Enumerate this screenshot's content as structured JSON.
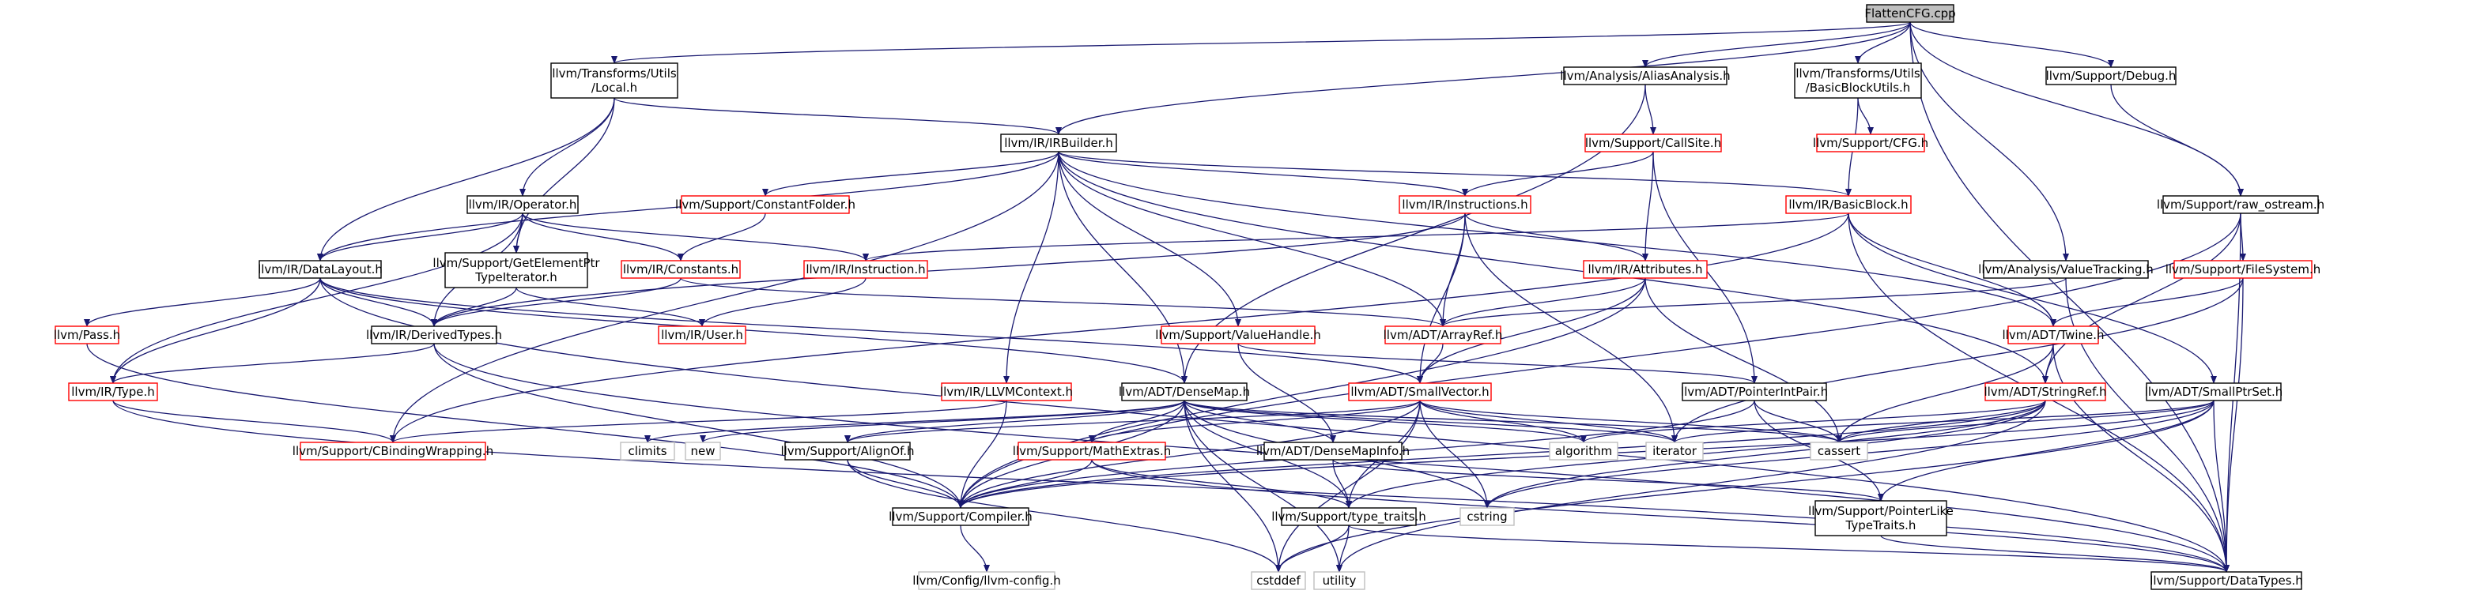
{
  "graph": {
    "nodes": [
      {
        "id": "FlattenCFG",
        "lines": [
          "FlattenCFG.cpp"
        ],
        "kind": "root"
      },
      {
        "id": "TUL",
        "lines": [
          "llvm/Transforms/Utils",
          "/Local.h"
        ],
        "kind": "doc"
      },
      {
        "id": "AA",
        "lines": [
          "llvm/Analysis/AliasAnalysis.h"
        ],
        "kind": "doc"
      },
      {
        "id": "BBU",
        "lines": [
          "llvm/Transforms/Utils",
          "/BasicBlockUtils.h"
        ],
        "kind": "doc"
      },
      {
        "id": "Debug",
        "lines": [
          "llvm/Support/Debug.h"
        ],
        "kind": "doc"
      },
      {
        "id": "IRB",
        "lines": [
          "llvm/IR/IRBuilder.h"
        ],
        "kind": "doc"
      },
      {
        "id": "CallSite",
        "lines": [
          "llvm/Support/CallSite.h"
        ],
        "kind": "undoc"
      },
      {
        "id": "CFG",
        "lines": [
          "llvm/Support/CFG.h"
        ],
        "kind": "undoc"
      },
      {
        "id": "Operator",
        "lines": [
          "llvm/IR/Operator.h"
        ],
        "kind": "doc"
      },
      {
        "id": "ConstFolder",
        "lines": [
          "llvm/Support/ConstantFolder.h"
        ],
        "kind": "undoc"
      },
      {
        "id": "Instructions",
        "lines": [
          "llvm/IR/Instructions.h"
        ],
        "kind": "undoc"
      },
      {
        "id": "BasicBlock",
        "lines": [
          "llvm/IR/BasicBlock.h"
        ],
        "kind": "undoc"
      },
      {
        "id": "RawOstream",
        "lines": [
          "llvm/Support/raw_ostream.h"
        ],
        "kind": "doc"
      },
      {
        "id": "DataLayout",
        "lines": [
          "llvm/IR/DataLayout.h"
        ],
        "kind": "doc"
      },
      {
        "id": "GEPTI",
        "lines": [
          "llvm/Support/GetElementPtr",
          "TypeIterator.h"
        ],
        "kind": "doc"
      },
      {
        "id": "Constants",
        "lines": [
          "llvm/IR/Constants.h"
        ],
        "kind": "undoc"
      },
      {
        "id": "Instruction",
        "lines": [
          "llvm/IR/Instruction.h"
        ],
        "kind": "undoc"
      },
      {
        "id": "Attributes",
        "lines": [
          "llvm/IR/Attributes.h"
        ],
        "kind": "undoc"
      },
      {
        "id": "ValueTracking",
        "lines": [
          "llvm/Analysis/ValueTracking.h"
        ],
        "kind": "doc"
      },
      {
        "id": "FileSystem",
        "lines": [
          "llvm/Support/FileSystem.h"
        ],
        "kind": "undoc"
      },
      {
        "id": "Pass",
        "lines": [
          "llvm/Pass.h"
        ],
        "kind": "undoc"
      },
      {
        "id": "DerivedTypes",
        "lines": [
          "llvm/IR/DerivedTypes.h"
        ],
        "kind": "doc"
      },
      {
        "id": "User",
        "lines": [
          "llvm/IR/User.h"
        ],
        "kind": "undoc"
      },
      {
        "id": "ValueHandle",
        "lines": [
          "llvm/Support/ValueHandle.h"
        ],
        "kind": "undoc"
      },
      {
        "id": "ArrayRef",
        "lines": [
          "llvm/ADT/ArrayRef.h"
        ],
        "kind": "undoc"
      },
      {
        "id": "Twine",
        "lines": [
          "llvm/ADT/Twine.h"
        ],
        "kind": "undoc"
      },
      {
        "id": "Type",
        "lines": [
          "llvm/IR/Type.h"
        ],
        "kind": "undoc"
      },
      {
        "id": "LLVMContext",
        "lines": [
          "llvm/IR/LLVMContext.h"
        ],
        "kind": "undoc"
      },
      {
        "id": "DenseMap",
        "lines": [
          "llvm/ADT/DenseMap.h"
        ],
        "kind": "doc"
      },
      {
        "id": "SmallVector",
        "lines": [
          "llvm/ADT/SmallVector.h"
        ],
        "kind": "undoc"
      },
      {
        "id": "PointerIntPair",
        "lines": [
          "llvm/ADT/PointerIntPair.h"
        ],
        "kind": "doc"
      },
      {
        "id": "StringRef",
        "lines": [
          "llvm/ADT/StringRef.h"
        ],
        "kind": "undoc"
      },
      {
        "id": "SmallPtrSet",
        "lines": [
          "llvm/ADT/SmallPtrSet.h"
        ],
        "kind": "doc"
      },
      {
        "id": "CBinding",
        "lines": [
          "llvm/Support/CBindingWrapping.h"
        ],
        "kind": "undoc"
      },
      {
        "id": "climits",
        "lines": [
          "climits"
        ],
        "kind": "ext"
      },
      {
        "id": "new",
        "lines": [
          "new"
        ],
        "kind": "ext"
      },
      {
        "id": "AlignOf",
        "lines": [
          "llvm/Support/AlignOf.h"
        ],
        "kind": "doc"
      },
      {
        "id": "MathExtras",
        "lines": [
          "llvm/Support/MathExtras.h"
        ],
        "kind": "undoc"
      },
      {
        "id": "DenseMapInfo",
        "lines": [
          "llvm/ADT/DenseMapInfo.h"
        ],
        "kind": "doc"
      },
      {
        "id": "algorithm",
        "lines": [
          "algorithm"
        ],
        "kind": "ext"
      },
      {
        "id": "iterator",
        "lines": [
          "iterator"
        ],
        "kind": "ext"
      },
      {
        "id": "cassert",
        "lines": [
          "cassert"
        ],
        "kind": "ext"
      },
      {
        "id": "Compiler",
        "lines": [
          "llvm/Support/Compiler.h"
        ],
        "kind": "doc"
      },
      {
        "id": "TypeTraits",
        "lines": [
          "llvm/Support/type_traits.h"
        ],
        "kind": "doc"
      },
      {
        "id": "cstring",
        "lines": [
          "cstring"
        ],
        "kind": "ext"
      },
      {
        "id": "PtrLike",
        "lines": [
          "llvm/Support/PointerLike",
          "TypeTraits.h"
        ],
        "kind": "doc"
      },
      {
        "id": "LLVMConfig",
        "lines": [
          "llvm/Config/llvm-config.h"
        ],
        "kind": "ext"
      },
      {
        "id": "cstddef",
        "lines": [
          "cstddef"
        ],
        "kind": "ext"
      },
      {
        "id": "utility",
        "lines": [
          "utility"
        ],
        "kind": "ext"
      },
      {
        "id": "DataTypes",
        "lines": [
          "llvm/Support/DataTypes.h"
        ],
        "kind": "doc"
      }
    ],
    "edges": [
      [
        "FlattenCFG",
        "TUL"
      ],
      [
        "FlattenCFG",
        "AA"
      ],
      [
        "FlattenCFG",
        "BBU"
      ],
      [
        "FlattenCFG",
        "Debug"
      ],
      [
        "FlattenCFG",
        "IRB"
      ],
      [
        "FlattenCFG",
        "RawOstream"
      ],
      [
        "FlattenCFG",
        "ValueTracking"
      ],
      [
        "FlattenCFG",
        "DataTypes"
      ],
      [
        "TUL",
        "IRB"
      ],
      [
        "TUL",
        "Operator"
      ],
      [
        "TUL",
        "GEPTI"
      ],
      [
        "TUL",
        "DataLayout"
      ],
      [
        "AA",
        "CallSite"
      ],
      [
        "AA",
        "DenseMap"
      ],
      [
        "BBU",
        "CFG"
      ],
      [
        "BBU",
        "BasicBlock"
      ],
      [
        "Debug",
        "RawOstream"
      ],
      [
        "IRB",
        "ConstFolder"
      ],
      [
        "IRB",
        "Instructions"
      ],
      [
        "IRB",
        "BasicBlock"
      ],
      [
        "IRB",
        "DataLayout"
      ],
      [
        "IRB",
        "LLVMContext"
      ],
      [
        "IRB",
        "ValueHandle"
      ],
      [
        "IRB",
        "ArrayRef"
      ],
      [
        "IRB",
        "Twine"
      ],
      [
        "IRB",
        "StringRef"
      ],
      [
        "IRB",
        "CBinding"
      ],
      [
        "IRB",
        "DenseMap"
      ],
      [
        "CallSite",
        "Instructions"
      ],
      [
        "CallSite",
        "Attributes"
      ],
      [
        "CallSite",
        "PointerIntPair"
      ],
      [
        "Operator",
        "DataLayout"
      ],
      [
        "Operator",
        "GEPTI"
      ],
      [
        "Operator",
        "Constants"
      ],
      [
        "Operator",
        "Instruction"
      ],
      [
        "Operator",
        "DerivedTypes"
      ],
      [
        "Operator",
        "Type"
      ],
      [
        "ConstFolder",
        "Constants"
      ],
      [
        "Instructions",
        "Attributes"
      ],
      [
        "Instructions",
        "ArrayRef"
      ],
      [
        "Instructions",
        "SmallVector"
      ],
      [
        "Instructions",
        "iterator"
      ],
      [
        "Instructions",
        "DerivedTypes"
      ],
      [
        "BasicBlock",
        "Instruction"
      ],
      [
        "BasicBlock",
        "Twine"
      ],
      [
        "BasicBlock",
        "SmallPtrSet"
      ],
      [
        "BasicBlock",
        "DataTypes"
      ],
      [
        "BasicBlock",
        "CBinding"
      ],
      [
        "RawOstream",
        "FileSystem"
      ],
      [
        "RawOstream",
        "StringRef"
      ],
      [
        "RawOstream",
        "Compiler"
      ],
      [
        "RawOstream",
        "DataTypes"
      ],
      [
        "DataLayout",
        "Pass"
      ],
      [
        "DataLayout",
        "DerivedTypes"
      ],
      [
        "DataLayout",
        "Type"
      ],
      [
        "DataLayout",
        "DenseMap"
      ],
      [
        "DataLayout",
        "SmallVector"
      ],
      [
        "DataLayout",
        "DataTypes"
      ],
      [
        "GEPTI",
        "DerivedTypes"
      ],
      [
        "GEPTI",
        "User"
      ],
      [
        "Constants",
        "DerivedTypes"
      ],
      [
        "Constants",
        "ArrayRef"
      ],
      [
        "Instruction",
        "User"
      ],
      [
        "Attributes",
        "ArrayRef"
      ],
      [
        "Attributes",
        "FoldingSet"
      ],
      [
        "Attributes",
        "cassert"
      ],
      [
        "Attributes",
        "Compiler"
      ],
      [
        "Attributes",
        "SmallVector"
      ],
      [
        "ValueTracking",
        "ArrayRef"
      ],
      [
        "ValueTracking",
        "DataTypes"
      ],
      [
        "FileSystem",
        "Twine"
      ],
      [
        "FileSystem",
        "iterator"
      ],
      [
        "FileSystem",
        "DataTypes"
      ],
      [
        "Pass",
        "Compiler"
      ],
      [
        "DerivedTypes",
        "Type"
      ],
      [
        "DerivedTypes",
        "Compiler"
      ],
      [
        "DerivedTypes",
        "DataTypes"
      ],
      [
        "ValueHandle",
        "DenseMapInfo"
      ],
      [
        "ValueHandle",
        "PointerIntPair"
      ],
      [
        "ArrayRef",
        "SmallVector"
      ],
      [
        "Twine",
        "StringRef"
      ],
      [
        "Twine",
        "cassert"
      ],
      [
        "Twine",
        "DataTypes"
      ],
      [
        "Type",
        "CBinding"
      ],
      [
        "Type",
        "DataTypes"
      ],
      [
        "LLVMContext",
        "CBinding"
      ],
      [
        "LLVMContext",
        "Compiler"
      ],
      [
        "DenseMap",
        "MathExtras"
      ],
      [
        "DenseMap",
        "AlignOf"
      ],
      [
        "DenseMap",
        "DenseMapInfo"
      ],
      [
        "DenseMap",
        "TypeTraits"
      ],
      [
        "DenseMap",
        "algorithm"
      ],
      [
        "DenseMap",
        "iterator"
      ],
      [
        "DenseMap",
        "new"
      ],
      [
        "DenseMap",
        "utility"
      ],
      [
        "DenseMap",
        "cassert"
      ],
      [
        "DenseMap",
        "climits"
      ],
      [
        "DenseMap",
        "cstddef"
      ],
      [
        "DenseMap",
        "cstring"
      ],
      [
        "DenseMap",
        "Compiler"
      ],
      [
        "SmallVector",
        "AlignOf"
      ],
      [
        "SmallVector",
        "Compiler"
      ],
      [
        "SmallVector",
        "MathExtras"
      ],
      [
        "SmallVector",
        "TypeTraits"
      ],
      [
        "SmallVector",
        "algorithm"
      ],
      [
        "SmallVector",
        "cassert"
      ],
      [
        "SmallVector",
        "cstddef"
      ],
      [
        "SmallVector",
        "cstring"
      ],
      [
        "SmallVector",
        "iterator"
      ],
      [
        "PointerIntPair",
        "PtrLike"
      ],
      [
        "PointerIntPair",
        "cassert"
      ],
      [
        "PointerIntPair",
        "Compiler"
      ],
      [
        "StringRef",
        "algorithm"
      ],
      [
        "StringRef",
        "cassert"
      ],
      [
        "StringRef",
        "cstring"
      ],
      [
        "StringRef",
        "TypeTraits"
      ],
      [
        "StringRef",
        "utility"
      ],
      [
        "StringRef",
        "Compiler"
      ],
      [
        "SmallPtrSet",
        "cassert"
      ],
      [
        "SmallPtrSet",
        "cstddef"
      ],
      [
        "SmallPtrSet",
        "cstring"
      ],
      [
        "SmallPtrSet",
        "iterator"
      ],
      [
        "SmallPtrSet",
        "Compiler"
      ],
      [
        "SmallPtrSet",
        "DataTypes"
      ],
      [
        "SmallPtrSet",
        "PtrLike"
      ],
      [
        "AlignOf",
        "Compiler"
      ],
      [
        "AlignOf",
        "cstddef"
      ],
      [
        "MathExtras",
        "Compiler"
      ],
      [
        "MathExtras",
        "TypeTraits"
      ],
      [
        "MathExtras",
        "DataTypes"
      ],
      [
        "DenseMapInfo",
        "TypeTraits"
      ],
      [
        "DenseMapInfo",
        "PtrLike"
      ],
      [
        "Compiler",
        "LLVMConfig"
      ],
      [
        "TypeTraits",
        "DataTypes"
      ],
      [
        "TypeTraits",
        "cstddef"
      ],
      [
        "TypeTraits",
        "utility"
      ],
      [
        "PtrLike",
        "DataTypes"
      ]
    ]
  }
}
